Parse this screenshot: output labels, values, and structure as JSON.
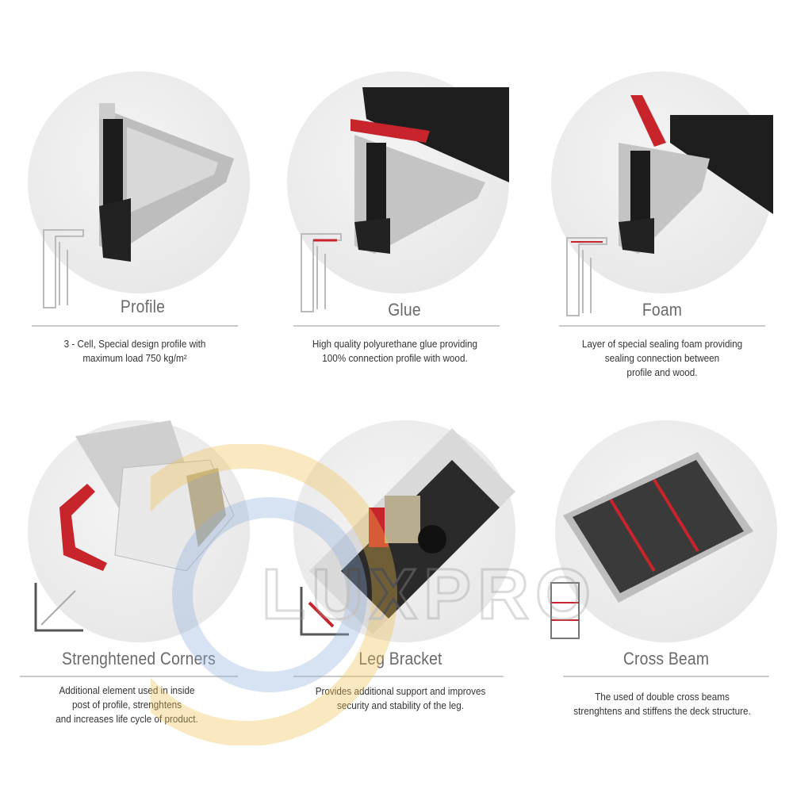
{
  "features": [
    {
      "title": "Profile",
      "lines": [
        "3 - Cell, Special design profile with",
        "maximum load 750 kg/m²"
      ],
      "icon": "aluminium-profile-icon"
    },
    {
      "title": "Glue",
      "lines": [
        "High quality polyurethane glue providing",
        "100% connection profile with wood."
      ],
      "icon": "glue-profile-icon"
    },
    {
      "title": "Foam",
      "lines": [
        "Layer of special sealing foam providing",
        "sealing connection between",
        "profile and wood."
      ],
      "icon": "foam-profile-icon"
    },
    {
      "title": "Strenghtened Corners",
      "lines": [
        "Additional element used in inside",
        "post of profile, strenghtens",
        "and increases life cycle of product."
      ],
      "icon": "corner-icon"
    },
    {
      "title": "Leg Bracket",
      "lines": [
        "Provides additional support and improves",
        "security and stability of the leg."
      ],
      "icon": "leg-bracket-icon"
    },
    {
      "title": "Cross Beam",
      "lines": [
        "The used of double cross beams",
        "strenghtens and stiffens the deck structure."
      ],
      "icon": "cross-beam-icon"
    }
  ],
  "watermark": "LUXPRO",
  "colors": {
    "accent": "#c8242b",
    "title": "#6a6a6a",
    "text": "#333333",
    "rule": "#c9c9c9"
  }
}
